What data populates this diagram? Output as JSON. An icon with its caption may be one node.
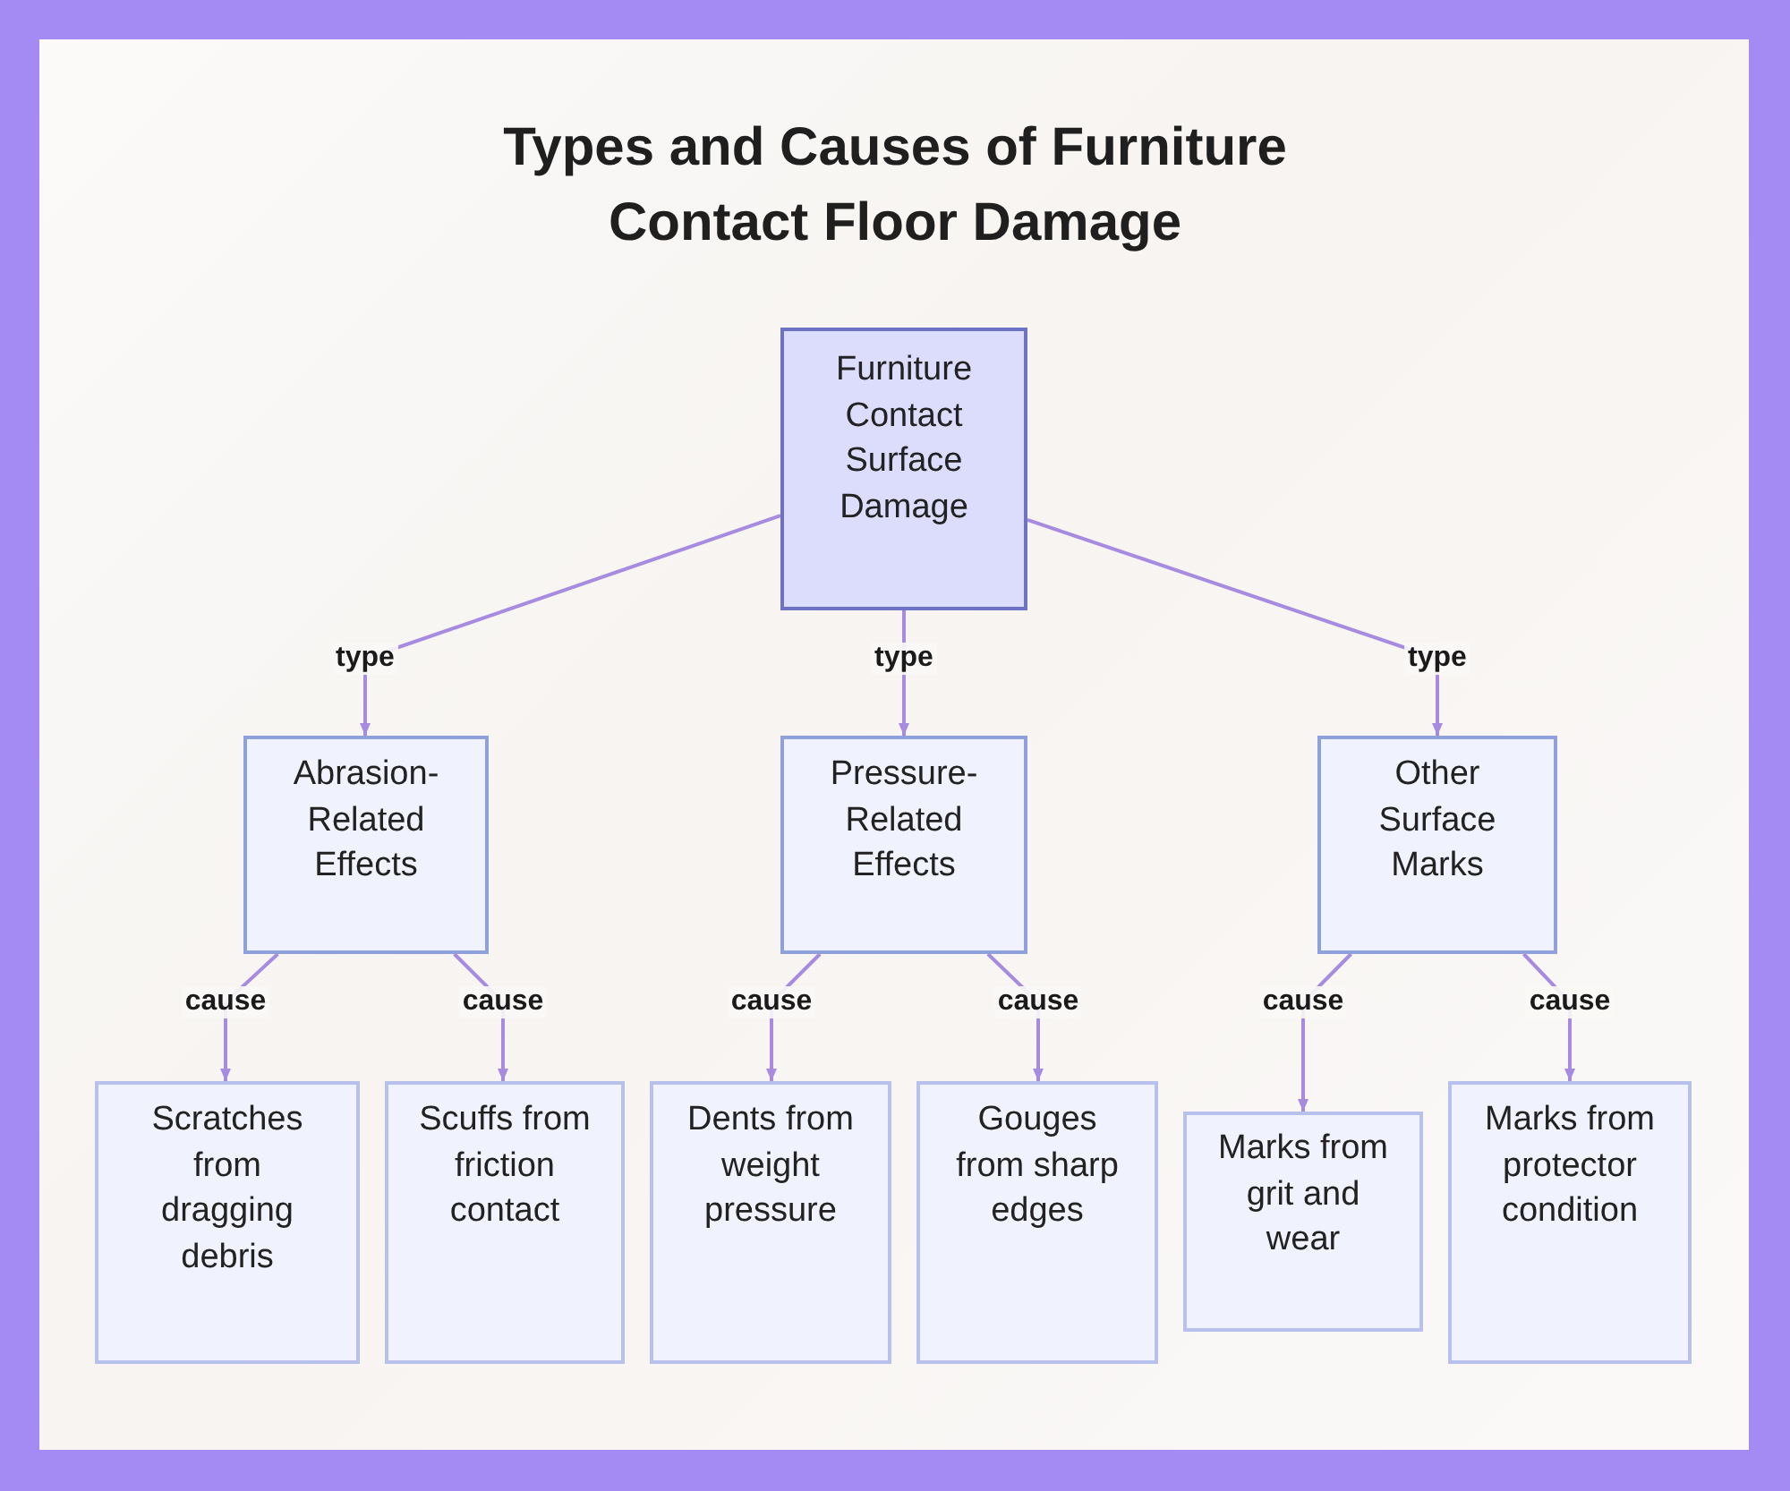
{
  "diagram": {
    "title": "Types and Causes of Furniture Contact Floor Damage",
    "nodes": [
      {
        "text": [
          "Furniture Contact Surface Damage"
        ]
      },
      {
        "text": [
          "Abrasion-Related Effects"
        ]
      },
      {
        "text": [
          "Pressure-Related Effects"
        ]
      },
      {
        "text": [
          "Other Surface Marks"
        ]
      },
      {
        "text": [
          "Scratches from dragging debris"
        ]
      },
      {
        "text": [
          "Scuffs from friction contact"
        ]
      },
      {
        "text": [
          "Dents from weight pressure"
        ]
      },
      {
        "text": [
          "Gouges from sharp edges"
        ]
      },
      {
        "text": [
          "Marks from grit and wear"
        ]
      },
      {
        "text": [
          "Marks from protector condition"
        ]
      }
    ],
    "edges": [
      {
        "from": 0,
        "to": 1,
        "arrow": "to",
        "label": "type"
      },
      {
        "from": 0,
        "to": 2,
        "arrow": "to",
        "label": "type"
      },
      {
        "from": 0,
        "to": 3,
        "arrow": "to",
        "label": "type"
      },
      {
        "from": 1,
        "to": 4,
        "arrow": "to",
        "label": "cause"
      },
      {
        "from": 1,
        "to": 5,
        "arrow": "to",
        "label": "cause"
      },
      {
        "from": 2,
        "to": 6,
        "arrow": "to",
        "label": "cause"
      },
      {
        "from": 2,
        "to": 7,
        "arrow": "to",
        "label": "cause"
      },
      {
        "from": 3,
        "to": 8,
        "arrow": "to",
        "label": "cause"
      },
      {
        "from": 3,
        "to": 9,
        "arrow": "to",
        "label": "cause"
      }
    ]
  }
}
